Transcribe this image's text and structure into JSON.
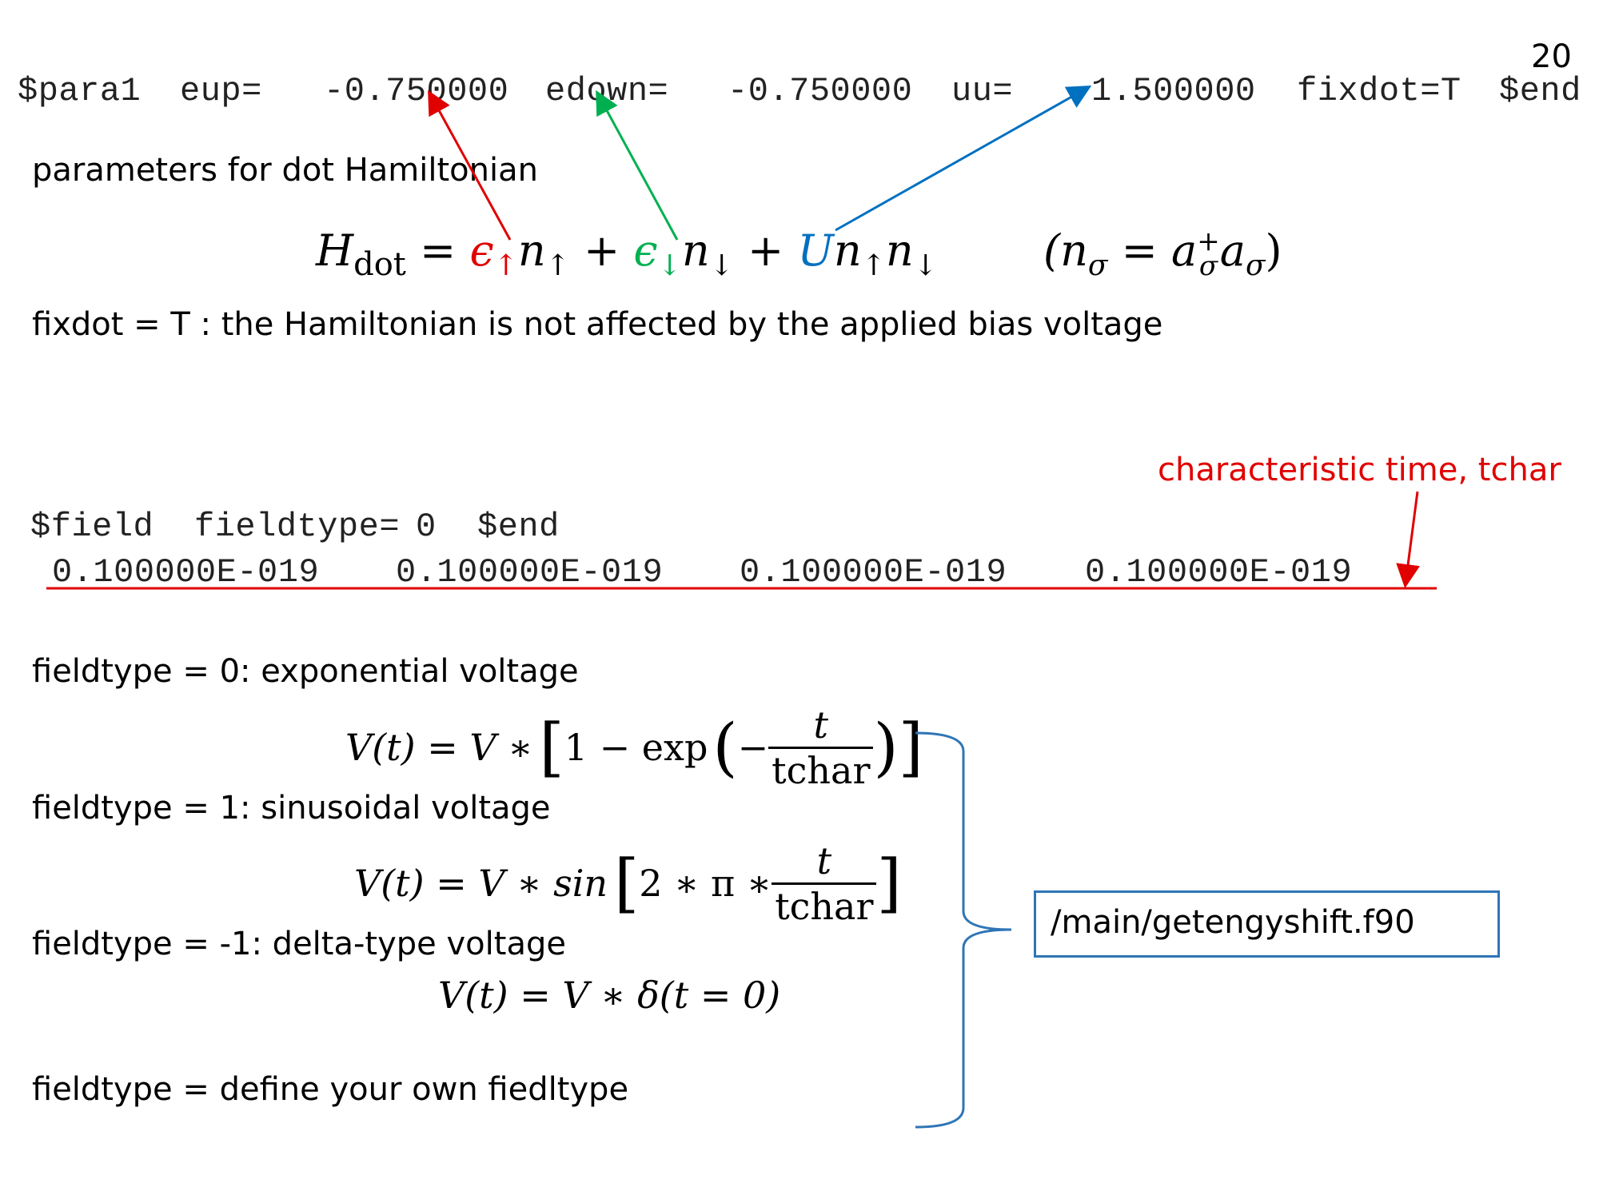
{
  "page_number": "20",
  "para_line": {
    "tag": "$para1",
    "eup_label": "eup=",
    "eup_value": "-0.750000",
    "edown_label": "edown=",
    "edown_value": "-0.750000",
    "uu_label": "uu=",
    "uu_value": "1.500000",
    "fixdot": "fixdot=T",
    "end": "$end"
  },
  "params_caption": "parameters for dot Hamiltonian",
  "hamiltonian": {
    "H": "H",
    "H_sub": "dot",
    "eq": "=",
    "eps": "ϵ",
    "up": "↑",
    "down": "↓",
    "n": "n",
    "plus": "+",
    "U": "U",
    "def": "(n",
    "sigma": "σ",
    "def_eq": "=",
    "a": "a",
    "dagger": "+",
    "close": ")"
  },
  "fixdot_caption": "fixdot = T : the Hamiltonian is not affected by the applied bias voltage",
  "tchar_label": "characteristic time, tchar",
  "field_line": {
    "tag": "$field",
    "fieldtype_label": "fieldtype=",
    "fieldtype_value": "0",
    "end": "$end"
  },
  "field_values": [
    "0.100000E-019",
    "0.100000E-019",
    "0.100000E-019",
    "0.100000E-019"
  ],
  "fieldtypes": [
    {
      "caption": "fieldtype = 0: exponential voltage"
    },
    {
      "caption": "fieldtype = 1: sinusoidal voltage"
    },
    {
      "caption": "fieldtype = -1: delta-type voltage"
    },
    {
      "caption": "fieldtype = define your own fiedltype"
    }
  ],
  "formulas": {
    "exp": {
      "lhs": "V(t) = V ∗",
      "lb": "[",
      "one": "1 − exp",
      "lp": "(",
      "minus": "−",
      "num": "t",
      "den": "tchar",
      "rp": ")",
      "rb": "]"
    },
    "sin": {
      "lhs": "V(t) = V  ∗  sin",
      "lb": "[",
      "body": "2 ∗ π ∗",
      "num": "t",
      "den": "tchar",
      "rb": "]"
    },
    "delta": {
      "text": "V(t) = V ∗ δ(t = 0)"
    }
  },
  "file_box": "/main/getengyshift.f90",
  "colors": {
    "red": "#e00000",
    "green": "#00b050",
    "blue": "#0070c0",
    "bracket": "#2e75b6"
  }
}
